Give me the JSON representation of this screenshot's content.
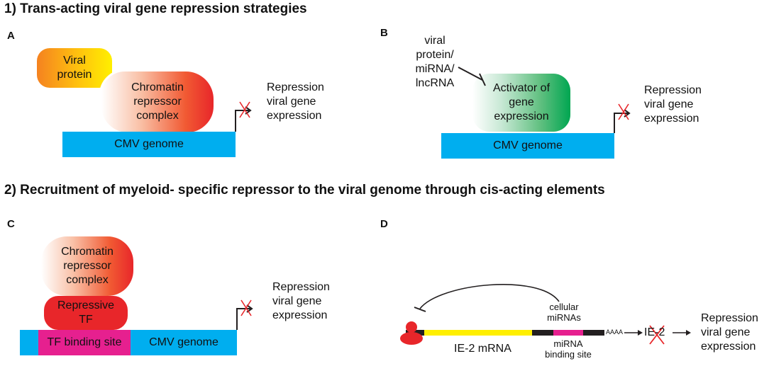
{
  "section1": {
    "title": "1) Trans-acting viral gene repression strategies"
  },
  "section2": {
    "title": "2) Recruitment of myeloid- specific repressor to the  viral genome through cis-acting elements"
  },
  "panelA": {
    "letter": "A",
    "viral_protein": [
      "Viral",
      "protein"
    ],
    "chromatin": [
      "Chromatin",
      "repressor",
      "complex"
    ],
    "genome": "CMV genome",
    "outcome": [
      "Repression",
      "viral gene",
      "expression"
    ]
  },
  "panelB": {
    "letter": "B",
    "inhibitor": [
      "viral",
      "protein/",
      "miRNA/",
      "lncRNA"
    ],
    "activator": [
      "Activator of",
      "gene",
      "expression"
    ],
    "genome": "CMV genome",
    "outcome": [
      "Repression",
      "viral gene",
      "expression"
    ]
  },
  "panelC": {
    "letter": "C",
    "chromatin": [
      "Chromatin",
      "repressor",
      "complex"
    ],
    "repressive_tf": [
      "Repressive",
      "TF"
    ],
    "binding_site": "TF binding site",
    "genome": "CMV genome",
    "outcome": [
      "Repression",
      "viral gene",
      "expression"
    ]
  },
  "panelD": {
    "letter": "D",
    "cellular_mirnas": [
      "cellular",
      "miRNAs"
    ],
    "mrna": "IE-2 mRNA",
    "mirna_site": [
      "miRNA",
      "binding site"
    ],
    "polya": "AAAA",
    "product": "IE-2",
    "outcome": [
      "Repression",
      "viral gene",
      "expression"
    ]
  },
  "colors": {
    "genome_blue": "#00aeef",
    "red": "#e8262a",
    "yellow": "#ffef00",
    "orange": "#f58220",
    "green": "#00a651",
    "magenta": "#e6208f",
    "dark": "#231f20"
  }
}
